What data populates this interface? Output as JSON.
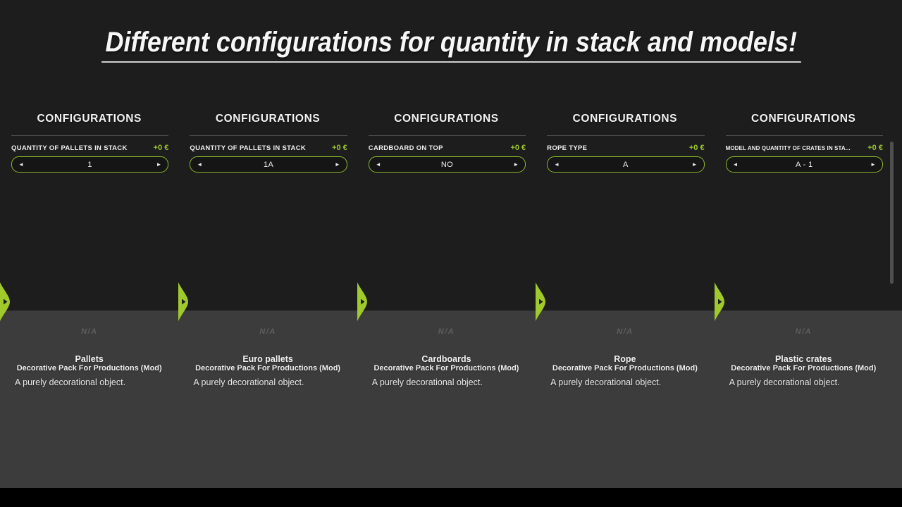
{
  "title": "Different configurations for quantity in stack and models!",
  "colors": {
    "accent": "#9cc62d",
    "background": "#1d1d1e",
    "items_band": "#3c3c3c"
  },
  "spinner": {
    "left_glyph": "◄",
    "right_glyph": "►"
  },
  "preview_placeholder": "N/A",
  "panels": [
    {
      "header": "CONFIGURATIONS",
      "option_label": "QUANTITY OF PALLETS IN STACK",
      "option_price": "+0 €",
      "option_value": "1",
      "item_name": "Pallets",
      "pack_name": "Decorative Pack For Productions (Mod)",
      "description": "A purely decorational object."
    },
    {
      "header": "CONFIGURATIONS",
      "option_label": "QUANTITY OF PALLETS IN STACK",
      "option_price": "+0 €",
      "option_value": "1A",
      "item_name": "Euro pallets",
      "pack_name": "Decorative Pack For Productions (Mod)",
      "description": "A purely decorational object."
    },
    {
      "header": "CONFIGURATIONS",
      "option_label": "CARDBOARD ON TOP",
      "option_price": "+0 €",
      "option_value": "NO",
      "item_name": "Cardboards",
      "pack_name": "Decorative Pack For Productions (Mod)",
      "description": "A purely decorational object."
    },
    {
      "header": "CONFIGURATIONS",
      "option_label": "ROPE TYPE",
      "option_price": "+0 €",
      "option_value": "A",
      "item_name": "Rope",
      "pack_name": "Decorative Pack For Productions (Mod)",
      "description": "A purely decorational object."
    },
    {
      "header": "CONFIGURATIONS",
      "option_label": "MODEL AND QUANTITY OF CRATES IN STA...",
      "option_price": "+0 €",
      "option_value": "A - 1",
      "item_name": "Plastic crates",
      "pack_name": "Decorative Pack For Productions (Mod)",
      "description": "A purely decorational object."
    }
  ]
}
